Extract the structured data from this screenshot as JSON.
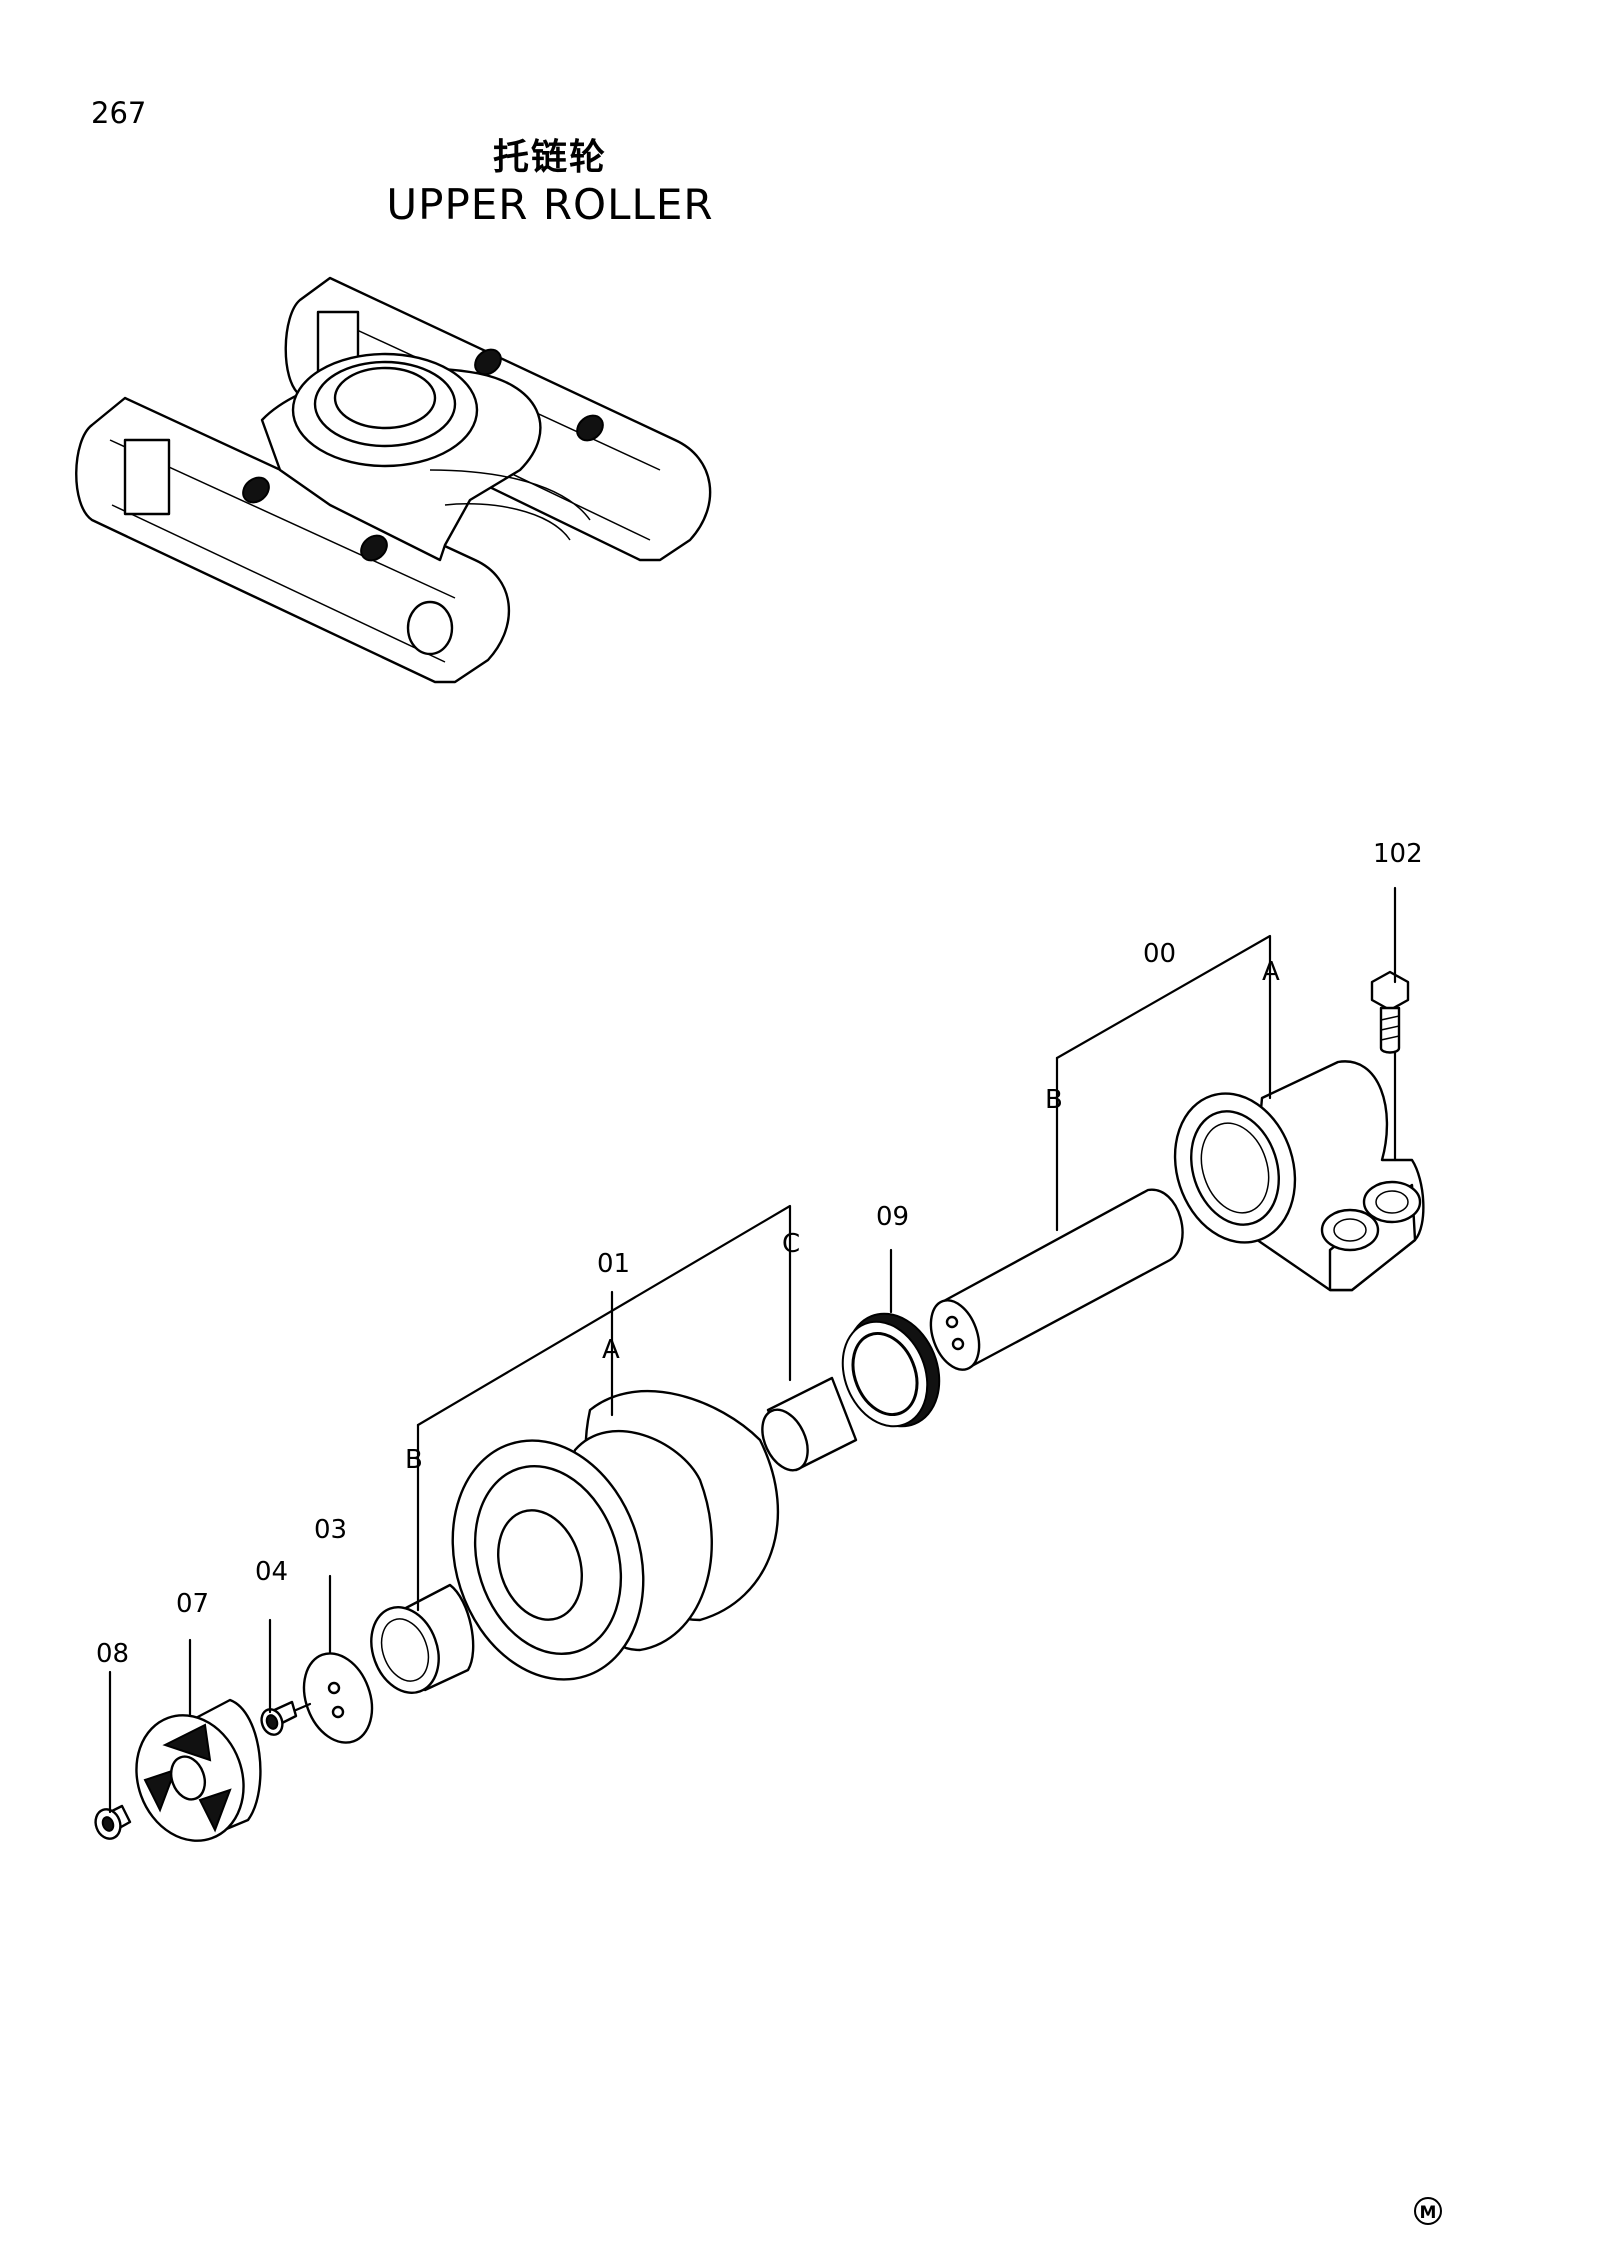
{
  "header": {
    "page_number": "267",
    "title_cn": "托链轮",
    "title_en": "UPPER ROLLER"
  },
  "callouts": {
    "c102": "102",
    "c00": "00",
    "c00_A": "A",
    "c00_B": "B",
    "c01": "01",
    "c01_A": "A",
    "c01_B": "B",
    "c01_C": "C",
    "c09": "09",
    "c03": "03",
    "c04": "04",
    "c07": "07",
    "c08": "08"
  },
  "footer": {
    "mark": "M"
  }
}
